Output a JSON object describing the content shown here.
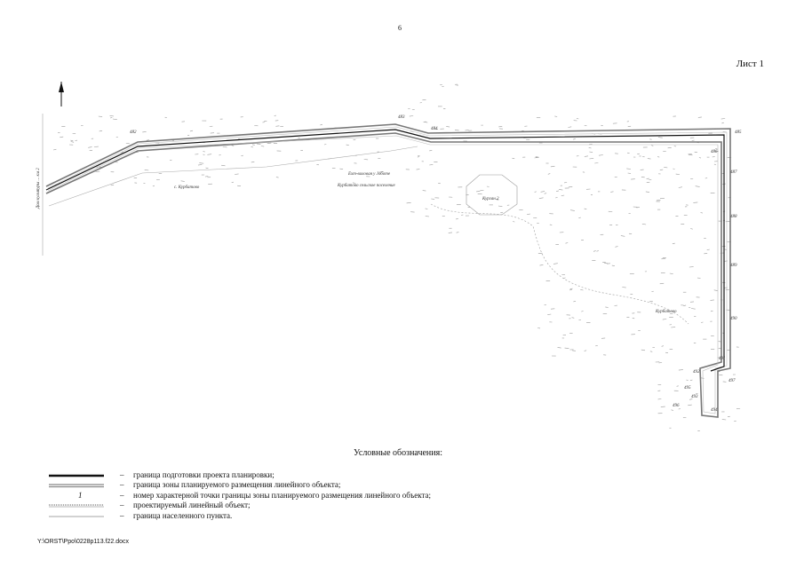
{
  "page_number": "6",
  "sheet_label": "Лист 1",
  "map": {
    "labels": {
      "kurbatovo": "с. Курбатово",
      "settlement": "Курбатово",
      "kurgan": "Курган 2",
      "tract_line1": "Ехт-валовая у Jоботe",
      "tract_line2": "Курбатово сельское поселение",
      "roadside": "Дом культуры ... км 2"
    },
    "point_numbers": [
      "482",
      "483",
      "484",
      "485",
      "486",
      "487",
      "488",
      "489",
      "490",
      "491",
      "492",
      "493",
      "494",
      "495",
      "496",
      "497"
    ],
    "colors": {
      "boundary_black": "#111111",
      "zone_gray": "#888888",
      "scatter": "#9a9a9a"
    }
  },
  "legend": {
    "title": "Условные обозначения:",
    "dash": "–",
    "items": [
      {
        "symbol": "thick-black-line",
        "text": "граница подготовки проекта планировки;"
      },
      {
        "symbol": "double-gray-line",
        "text": "граница зоны планируемого размещения линейного объекта;"
      },
      {
        "symbol": "point-number",
        "symbol_text": "1",
        "text": "номер характерной точки границы зоны планируемого размещения линейного объекта;"
      },
      {
        "symbol": "dotted-line",
        "text": "проектируемый линейный объект;"
      },
      {
        "symbol": "thin-gray-line",
        "text": "граница населенного пункта."
      }
    ]
  },
  "file_path": "Y:\\ORST\\Ppo\\0228p113.f22.docx"
}
